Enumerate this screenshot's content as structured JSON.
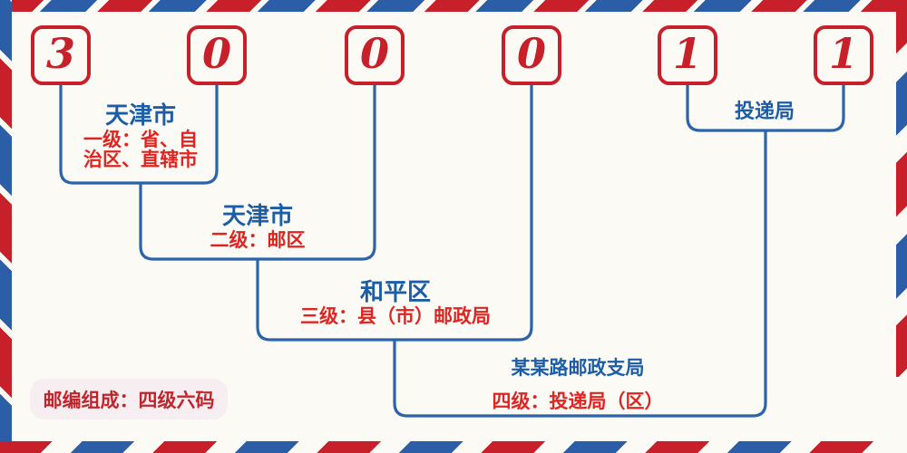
{
  "postal_code": {
    "value": "300011",
    "digits": [
      "3",
      "0",
      "0",
      "0",
      "1",
      "1"
    ]
  },
  "levels": [
    {
      "name": "天津市",
      "desc_lines": [
        "一级：省、自",
        "治区、直辖市"
      ]
    },
    {
      "name": "天津市",
      "desc_lines": [
        "二级：邮区"
      ]
    },
    {
      "name": "和平区",
      "desc_lines": [
        "三级：县（市）邮政局"
      ]
    },
    {
      "name": "某某路邮政支局",
      "desc_lines": [
        "四级：投递局（区）"
      ]
    }
  ],
  "delivery_office": {
    "label": "投递局"
  },
  "footer": {
    "badge": "邮编组成：四级六码"
  },
  "colors": {
    "digit_red": "#c8202a",
    "stripe_red": "#c8202a",
    "stripe_blue": "#2b5ea7",
    "line_blue": "#2b64a8",
    "name_blue": "#1d5da6",
    "desc_red": "#df2421",
    "badge_text_red": "#c2242c",
    "badge_bg": "#f6eef1",
    "page_bg": "#fbfaf4"
  }
}
